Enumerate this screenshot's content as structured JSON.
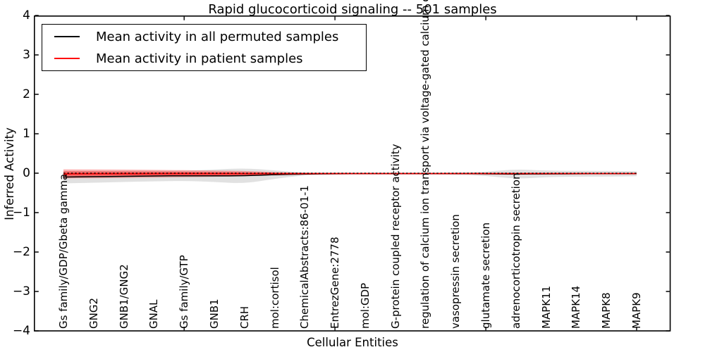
{
  "chart": {
    "title": "Rapid glucocorticoid signaling -- 501 samples",
    "xlabel": "Cellular Entities",
    "ylabel": "Inferred Activity"
  },
  "legend": {
    "items": [
      {
        "label": "Mean activity in all permuted samples",
        "color": "#000000"
      },
      {
        "label": "Mean activity in patient samples",
        "color": "#ff0000"
      }
    ]
  },
  "chart_data": {
    "type": "line",
    "title": "Rapid glucocorticoid signaling -- 501 samples",
    "xlabel": "Cellular Entities",
    "ylabel": "Inferred Activity",
    "ylim": [
      -4,
      4
    ],
    "yticks": [
      4,
      3,
      2,
      1,
      0,
      -1,
      -2,
      -3,
      -4
    ],
    "ytick_labels": [
      "4",
      "3",
      "2",
      "1",
      "0",
      "−1",
      "−2",
      "−3",
      "−4"
    ],
    "xtick_positions": [
      5,
      10,
      15,
      20
    ],
    "grid": false,
    "legend_position": "upper left",
    "zero_line": 0,
    "categories": [
      "Gs family/GDP/Gbeta gamma",
      "GNG2",
      "GNB1/GNG2",
      "GNAL",
      "Gs family/GTP",
      "GNB1",
      "CRH",
      "mol:cortisol",
      "ChemicalAbstracts:86-01-1",
      "EntrezGene:2778",
      "mol:GDP",
      "G-protein coupled receptor activity",
      "regulation of calcium ion transport via voltage-gated calcium channel",
      "vasopressin secretion",
      "glutamate secretion",
      "adrenocorticotropin secretion",
      "MAPK11",
      "MAPK14",
      "MAPK8",
      "MAPK9"
    ],
    "series": [
      {
        "name": "Mean activity in all permuted samples",
        "color": "#000000",
        "band_color": "#bdbdbd",
        "values": [
          -0.098,
          -0.089,
          -0.08,
          -0.071,
          -0.066,
          -0.066,
          -0.068,
          -0.036,
          -0.021,
          -0.016,
          -0.014,
          -0.014,
          -0.014,
          -0.014,
          -0.016,
          -0.023,
          -0.018,
          -0.016,
          -0.014,
          -0.014
        ],
        "band": [
          0.161,
          0.152,
          0.143,
          0.134,
          0.129,
          0.155,
          0.196,
          0.107,
          0.03,
          0.018,
          0.016,
          0.016,
          0.016,
          0.027,
          0.048,
          0.125,
          0.082,
          0.073,
          0.071,
          0.063
        ]
      },
      {
        "name": "Mean activity in patient samples",
        "color": "#ff0000",
        "band_color": "#ff0000",
        "values": [
          -0.018,
          -0.016,
          -0.014,
          -0.013,
          -0.013,
          -0.013,
          -0.012,
          -0.011,
          -0.009,
          -0.009,
          -0.009,
          -0.009,
          -0.009,
          -0.009,
          -0.009,
          -0.01,
          -0.009,
          -0.009,
          -0.009,
          -0.009
        ],
        "band": [
          0.116,
          0.112,
          0.107,
          0.098,
          0.089,
          0.08,
          0.071,
          0.038,
          0.016,
          0.013,
          0.012,
          0.012,
          0.012,
          0.012,
          0.012,
          0.016,
          0.013,
          0.013,
          0.013,
          0.013
        ]
      }
    ]
  }
}
